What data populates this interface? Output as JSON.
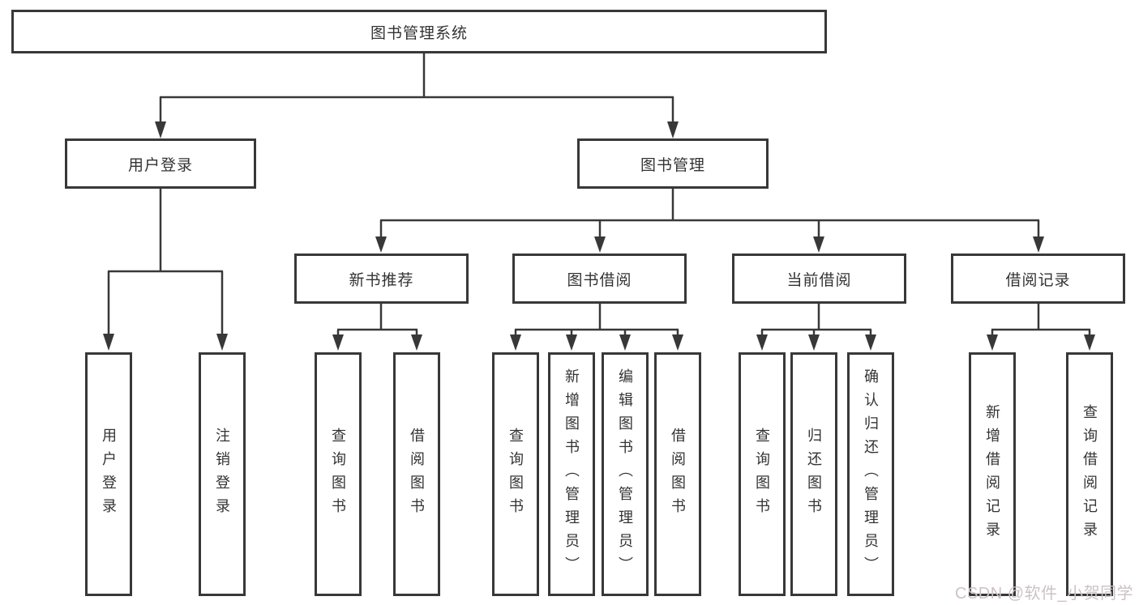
{
  "nodes": {
    "root": "图书管理系统",
    "login_group": "用户登录",
    "management_group": "图书管理",
    "new_book_rec": "新书推荐",
    "book_borrow": "图书借阅",
    "current_borrow": "当前借阅",
    "borrow_records": "借阅记录",
    "leaf_user_login": "用户登录",
    "leaf_logout": "注销登录",
    "leaf_nbr_query": "查询图书",
    "leaf_nbr_borrow": "借阅图书",
    "leaf_bb_query": "查询图书",
    "leaf_bb_add": "新增图书（管理员）",
    "leaf_bb_edit": "编辑图书（管理员）",
    "leaf_bb_borrow": "借阅图书",
    "leaf_cb_query": "查询图书",
    "leaf_cb_return": "归还图书",
    "leaf_cb_confirm": "确认归还（管理员）",
    "leaf_br_add": "新增借阅记录",
    "leaf_br_query": "查询借阅记录"
  },
  "watermark": "CSDN @软件_小贺同学",
  "colors": {
    "line": "#383838",
    "text": "#333333",
    "watermark": "#cdc2c5",
    "background": "#ffffff"
  }
}
